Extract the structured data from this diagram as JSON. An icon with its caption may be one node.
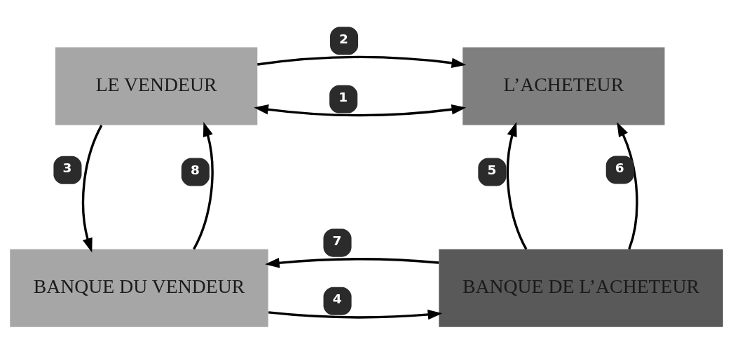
{
  "diagram": {
    "nodes": [
      {
        "text": [
          "LE VENDEUR"
        ]
      },
      {
        "text": [
          "L’ACHETEUR"
        ]
      },
      {
        "text": [
          "BANQUE DU VENDEUR"
        ]
      },
      {
        "text": [
          "BANQUE DE L’ACHETEUR"
        ]
      }
    ],
    "edges": [
      {
        "from": 0,
        "to": 1,
        "arrow": "both",
        "label": "1"
      },
      {
        "from": 0,
        "to": 1,
        "arrow": "to",
        "label": "2"
      },
      {
        "from": 0,
        "to": 2,
        "arrow": "to",
        "label": "3"
      },
      {
        "from": 2,
        "to": 3,
        "arrow": "to",
        "label": "4"
      },
      {
        "from": 3,
        "to": 1,
        "arrow": "to",
        "label": "5"
      },
      {
        "from": 3,
        "to": 1,
        "arrow": "to",
        "label": "6"
      },
      {
        "from": 3,
        "to": 2,
        "arrow": "to",
        "label": "7"
      },
      {
        "from": 2,
        "to": 0,
        "arrow": "to",
        "label": "8"
      }
    ]
  }
}
